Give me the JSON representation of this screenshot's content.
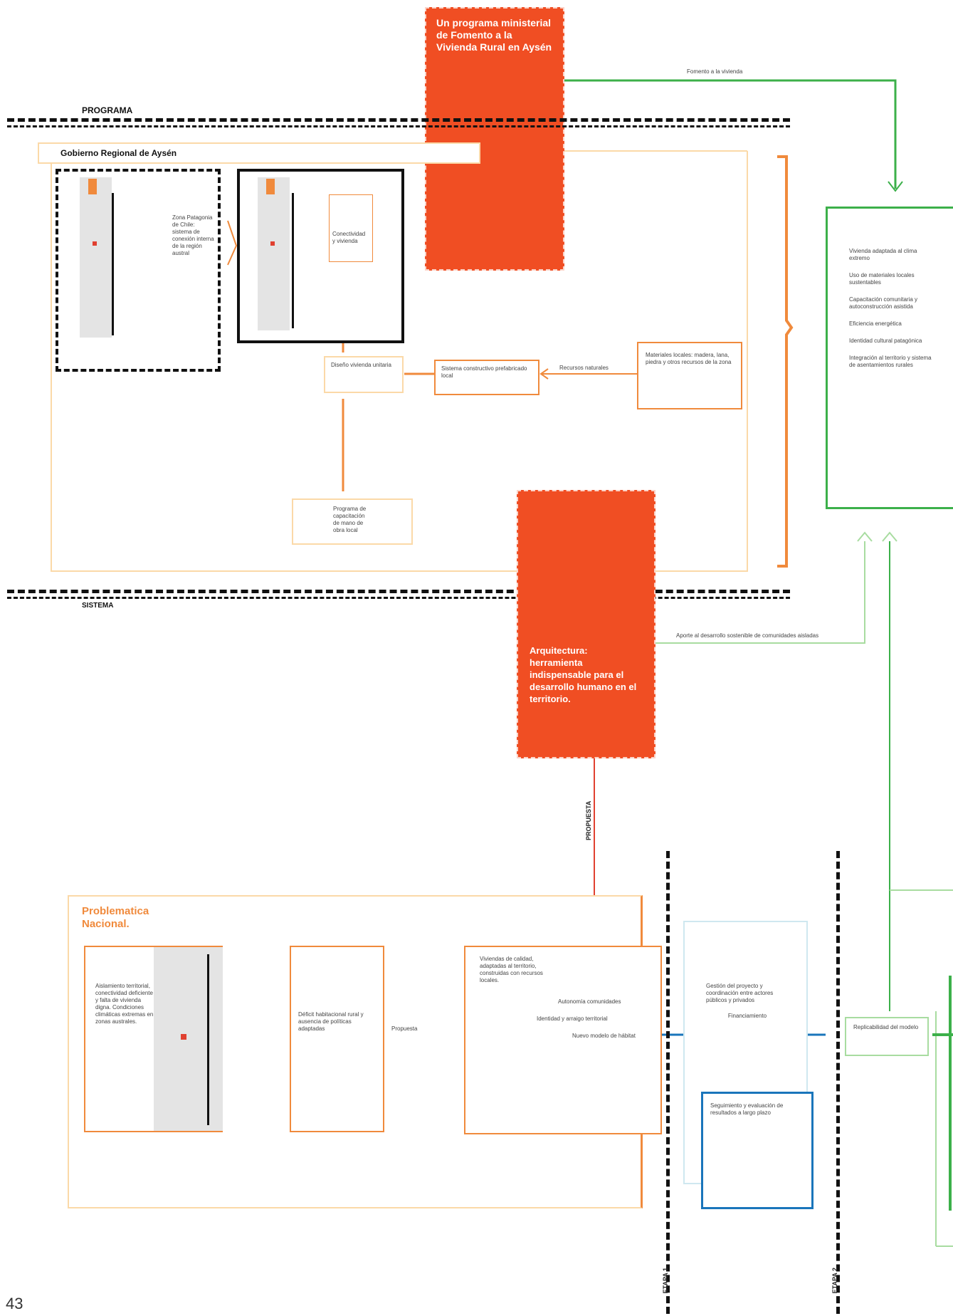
{
  "page_number": "43",
  "top_block": {
    "label": "PROGRAMA",
    "subtitle": "Gobierno Regional de Aysén",
    "red_box": "Un programa ministerial de Fomento a la Vivienda Rural en Aysén",
    "green_arrow_label": "Fomento a la vivienda",
    "map1_note": "Zona Patagonia de Chile: sistema de conexión interna de la región austral",
    "map2_note": "Conectividad y vivienda",
    "center_box": "Diseño vivienda unitaria",
    "mid_box": "Sistema constructivo prefabricado local",
    "mid_arrow_label": "Recursos naturales",
    "right_box": "Materiales locales: madera, lana, piedra y otros recursos de la zona",
    "bottom_box": "Programa de capacitación de mano de obra local"
  },
  "divider_label": "SISTEMA",
  "mid_red_box": "Arquitectura: herramienta indispensable para el desarrollo humano en el territorio.",
  "mid_arrow_label": "Aporte al desarrollo sostenible de comunidades aisladas",
  "vertical_label": "PROPUESTA",
  "green_box_items": [
    "Vivienda adaptada al clima extremo",
    "Uso de materiales locales sustentables",
    "Capacitación comunitaria y autoconstrucción asistida",
    "Eficiencia energética",
    "Identidad cultural patagónica",
    "Integración al territorio y sistema de asentamientos rurales"
  ],
  "bottom_block": {
    "title": "Problematica Nacional.",
    "map_notes": "Aislamiento territorial, conectividad deficiente y falta de vivienda digna. Condiciones climáticas extremas en zonas australes.",
    "center_box": "Déficit habitacional rural y ausencia de políticas adaptadas",
    "arrow_label": "Propuesta",
    "result_box_top": "Viviendas de calidad, adaptadas al territorio, construidas con recursos locales.",
    "result_box_mid1": "Autonomía comunidades",
    "result_box_mid2": "Identidad y arraigo territorial",
    "result_box_bottom": "Nuevo modelo de hábitat",
    "lblue_box": "Gestión del proyecto y coordinación entre actores públicos y privados",
    "lblue_sub": "Financiamiento",
    "blue_box": "Seguimiento y evaluación de resultados a largo plazo",
    "right_small_box": "Replicabilidad del modelo",
    "vlabel_1": "ETAPA 1",
    "vlabel_2": "ETAPA 2"
  }
}
